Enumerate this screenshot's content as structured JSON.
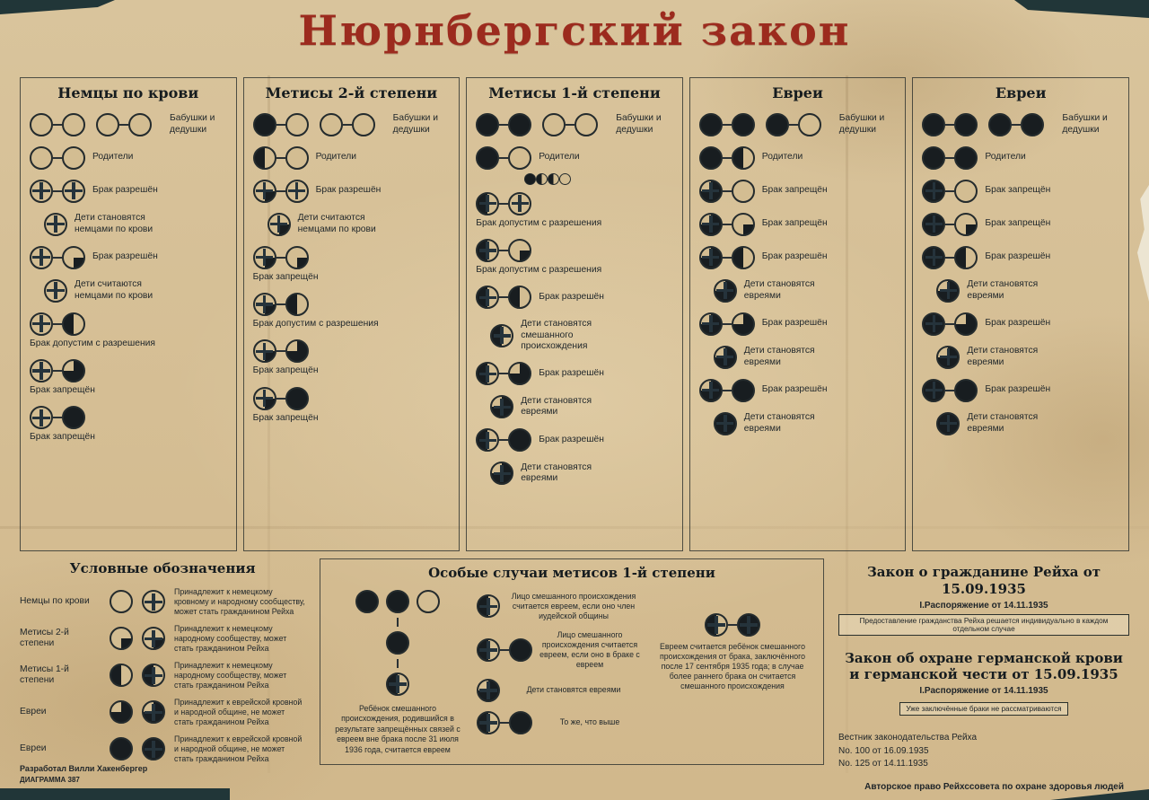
{
  "title": "Нюрнбергский закон",
  "colors": {
    "accent_red": "#9c2b1e",
    "ink": "#20262a",
    "paper": "#d6c096",
    "dark_edge": "#213638"
  },
  "panels": [
    {
      "title": "Немцы по крови",
      "rows": [
        {
          "type": "grandparents",
          "symbols": [
            "white",
            "white",
            "white",
            "white"
          ],
          "label": "Бабушки и дедушки"
        },
        {
          "type": "parents",
          "symbols": [
            "white",
            "white"
          ],
          "label": "Родители"
        },
        {
          "type": "pair",
          "symbols": [
            "white-cross-red",
            "white-cross-red"
          ],
          "label": "Брак разрешён"
        },
        {
          "type": "child",
          "symbols": [
            "white-cross-red"
          ],
          "label": "Дети становятся немцами по крови"
        },
        {
          "type": "pair",
          "symbols": [
            "white-cross-red",
            "q1"
          ],
          "label": "Брак разрешён"
        },
        {
          "type": "child",
          "symbols": [
            "white-cross-red"
          ],
          "label": "Дети считаются немцами по крови"
        },
        {
          "type": "pair",
          "symbols": [
            "white-cross-red",
            "half"
          ],
          "label": "Брак допустим с разрешения",
          "labelPos": "below"
        },
        {
          "type": "pair",
          "symbols": [
            "white-cross-red",
            "q3"
          ],
          "label": "Брак запрещён",
          "labelPos": "below"
        },
        {
          "type": "pair",
          "symbols": [
            "white-cross-red",
            "black"
          ],
          "label": "Брак запрещён",
          "labelPos": "below"
        }
      ]
    },
    {
      "title": "Метисы 2-й степени",
      "rows": [
        {
          "type": "grandparents",
          "symbols": [
            "black",
            "white",
            "white",
            "white"
          ],
          "label": "Бабушки и дедушки"
        },
        {
          "type": "parents",
          "symbols": [
            "half",
            "white"
          ],
          "label": "Родители"
        },
        {
          "type": "pair",
          "symbols": [
            "q1-cross",
            "white-cross-red"
          ],
          "label": "Брак разрешён"
        },
        {
          "type": "child",
          "symbols": [
            "q1-cross"
          ],
          "label": "Дети считаются немцами по крови"
        },
        {
          "type": "pair",
          "symbols": [
            "q1-cross",
            "q1"
          ],
          "label": "Брак запрещён",
          "labelPos": "below"
        },
        {
          "type": "pair",
          "symbols": [
            "q1-cross",
            "half"
          ],
          "label": "Брак допустим с разрешения",
          "labelPos": "below"
        },
        {
          "type": "pair",
          "symbols": [
            "q1-cross",
            "q3"
          ],
          "label": "Брак запрещён",
          "labelPos": "below"
        },
        {
          "type": "pair",
          "symbols": [
            "q1-cross",
            "black"
          ],
          "label": "Брак запрещён",
          "labelPos": "below"
        }
      ]
    },
    {
      "title": "Метисы 1-й степени",
      "rows": [
        {
          "type": "grandparents",
          "symbols": [
            "black",
            "black",
            "white",
            "white"
          ],
          "label": "Бабушки и дедушки"
        },
        {
          "type": "parents",
          "symbols": [
            "black",
            "white"
          ],
          "label": "Родители"
        },
        {
          "type": "alt",
          "symbols": [
            "black",
            "half",
            "half",
            "white"
          ],
          "label": ""
        },
        {
          "type": "pair",
          "symbols": [
            "half-cross",
            "white-cross"
          ],
          "label": "Брак допустим с разрешения",
          "labelPos": "below"
        },
        {
          "type": "pair",
          "symbols": [
            "half-cross",
            "q1"
          ],
          "label": "Брак допустим с разрешения",
          "labelPos": "below"
        },
        {
          "type": "pair",
          "symbols": [
            "half-cross",
            "half"
          ],
          "label": "Брак разрешён"
        },
        {
          "type": "child",
          "symbols": [
            "half-cross"
          ],
          "label": "Дети становятся смешанного происхождения"
        },
        {
          "type": "pair",
          "symbols": [
            "half-cross",
            "q3"
          ],
          "label": "Брак разрешён"
        },
        {
          "type": "child",
          "symbols": [
            "q3-cross"
          ],
          "label": "Дети становятся евреями"
        },
        {
          "type": "pair",
          "symbols": [
            "half-cross",
            "black"
          ],
          "label": "Брак разрешён"
        },
        {
          "type": "child",
          "symbols": [
            "q3-cross"
          ],
          "label": "Дети становятся евреями"
        }
      ]
    },
    {
      "title": "Евреи",
      "rows": [
        {
          "type": "grandparents",
          "symbols": [
            "black",
            "black",
            "black",
            "white"
          ],
          "label": "Бабушки и дедушки"
        },
        {
          "type": "parents",
          "symbols": [
            "black",
            "half"
          ],
          "label": "Родители"
        },
        {
          "type": "pair",
          "symbols": [
            "q3-cross",
            "white"
          ],
          "label": "Брак запрещён"
        },
        {
          "type": "pair",
          "symbols": [
            "q3-cross",
            "q1"
          ],
          "label": "Брак запрещён"
        },
        {
          "type": "pair",
          "symbols": [
            "q3-cross",
            "half"
          ],
          "label": "Брак разрешён"
        },
        {
          "type": "child",
          "symbols": [
            "q3-cross"
          ],
          "label": "Дети становятся евреями"
        },
        {
          "type": "pair",
          "symbols": [
            "q3-cross",
            "q3"
          ],
          "label": "Брак разрешён"
        },
        {
          "type": "child",
          "symbols": [
            "q3-cross"
          ],
          "label": "Дети становятся евреями"
        },
        {
          "type": "pair",
          "symbols": [
            "q3-cross",
            "black"
          ],
          "label": "Брак разрешён"
        },
        {
          "type": "child",
          "symbols": [
            "black-cross"
          ],
          "label": "Дети становятся евреями"
        }
      ]
    },
    {
      "title": "Евреи",
      "rows": [
        {
          "type": "grandparents",
          "symbols": [
            "black",
            "black",
            "black",
            "black"
          ],
          "label": "Бабушки и дедушки"
        },
        {
          "type": "parents",
          "symbols": [
            "black",
            "black"
          ],
          "label": "Родители"
        },
        {
          "type": "pair",
          "symbols": [
            "black-cross",
            "white"
          ],
          "label": "Брак запрещён"
        },
        {
          "type": "pair",
          "symbols": [
            "black-cross",
            "q1"
          ],
          "label": "Брак запрещён"
        },
        {
          "type": "pair",
          "symbols": [
            "black-cross",
            "half"
          ],
          "label": "Брак разрешён"
        },
        {
          "type": "child",
          "symbols": [
            "q3-cross"
          ],
          "label": "Дети становятся евреями"
        },
        {
          "type": "pair",
          "symbols": [
            "black-cross",
            "q3"
          ],
          "label": "Брак разрешён"
        },
        {
          "type": "child",
          "symbols": [
            "q3-cross"
          ],
          "label": "Дети становятся евреями"
        },
        {
          "type": "pair",
          "symbols": [
            "black-cross",
            "black"
          ],
          "label": "Брак разрешён"
        },
        {
          "type": "child",
          "symbols": [
            "black-cross"
          ],
          "label": "Дети становятся евреями"
        }
      ]
    }
  ],
  "legend": {
    "title": "Условные обозначения",
    "items": [
      {
        "name": "Немцы по крови",
        "symbol": "white",
        "status_symbol": "white-cross-red",
        "description": "Принадлежит к немецкому кровному и народному сообществу, может стать гражданином Рейха"
      },
      {
        "name": "Метисы 2-й степени",
        "symbol": "q1",
        "status_symbol": "q1-cross",
        "description": "Принадлежит к немецкому народному сообществу, может стать гражданином Рейха"
      },
      {
        "name": "Метисы 1-й степени",
        "symbol": "half",
        "status_symbol": "half-cross",
        "description": "Принадлежит к немецкому народному сообществу, может стать гражданином Рейха"
      },
      {
        "name": "Евреи",
        "symbol": "q3",
        "status_symbol": "q3-cross",
        "description": "Принадлежит к еврейской кровной и народной общине, не может стать гражданином Рейха"
      },
      {
        "name": "Евреи",
        "symbol": "black",
        "status_symbol": "black-cross",
        "description": "Принадлежит к еврейской кровной и народной общине, не может стать гражданином Рейха"
      }
    ]
  },
  "special": {
    "title": "Особые случаи метисов 1-й степени",
    "tree": {
      "top_symbols": [
        "black",
        "black",
        "white"
      ],
      "mid_symbol": "black",
      "child_symbol": "half-cross",
      "caption": "Ребёнок смешанного происхождения, родившийся в результате запрещённых связей с евреем вне брака после 31 июля 1936 года, считается евреем"
    },
    "cases": [
      {
        "symbols": [
          "half-cross"
        ],
        "text": "Лицо смешанного происхождения считается евреем, если оно член иудейской общины"
      },
      {
        "symbols": [
          "half-cross",
          "black"
        ],
        "text": "Лицо смешанного происхождения считается евреем, если оно в браке с евреем"
      },
      {
        "symbols": [
          "q3-cross"
        ],
        "text": "Дети становятся евреями"
      },
      {
        "symbols": [
          "half-cross",
          "black-cross"
        ],
        "text": "Евреем считается ребёнок смешанного происхождения от брака, заключённого после 17 сентября 1935 года; в случае более раннего брака он считается смешанного происхождения"
      },
      {
        "symbols": [
          "half-cross",
          "black"
        ],
        "text": "То же, что выше"
      }
    ]
  },
  "laws": {
    "law1_title": "Закон о гражданине Рейха от 15.09.1935",
    "law1_sub": "I.Распоряжение от 14.11.1935",
    "law1_note": "Предоставление гражданства Рейха решается индивидуально в каждом отдельном случае",
    "law2_title": "Закон об охране германской крови и германской чести от 15.09.1935",
    "law2_sub": "I.Распоряжение от 14.11.1935",
    "law2_note": "Уже заключённые браки не рассматриваются",
    "gazette_name": "Вестник законодательства Рейха",
    "gazette_no1": "No. 100 от 16.09.1935",
    "gazette_no2": "No. 125 от 14.11.1935"
  },
  "footer": {
    "author": "Разработал Вилли Хакенбергер",
    "diagram": "ДИАГРАММА 387",
    "copyright": "Авторское право Рейхссовета по охране здоровья людей"
  }
}
